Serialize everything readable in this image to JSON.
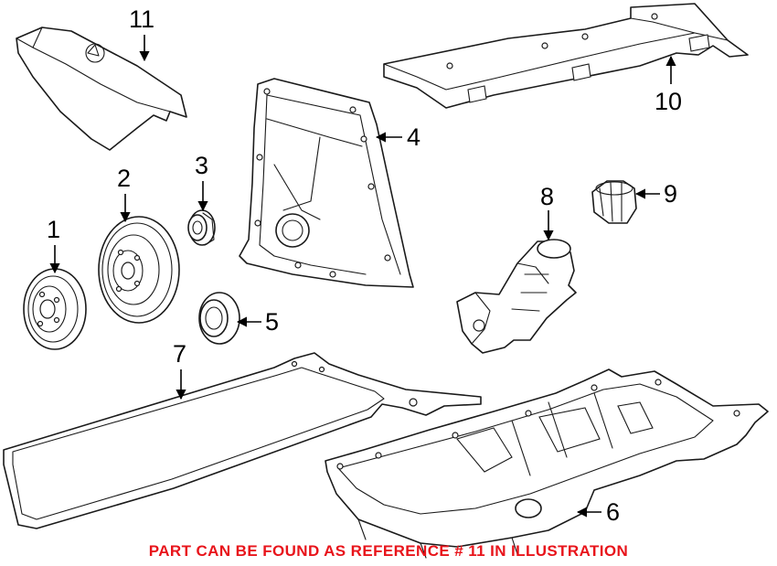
{
  "callouts": [
    {
      "label": "1"
    },
    {
      "label": "2"
    },
    {
      "label": "3"
    },
    {
      "label": "4"
    },
    {
      "label": "5"
    },
    {
      "label": "6"
    },
    {
      "label": "7"
    },
    {
      "label": "8"
    },
    {
      "label": "9"
    },
    {
      "label": "10"
    },
    {
      "label": "11"
    }
  ],
  "footer_note": "PART CAN BE FOUND AS REFERENCE # 11 IN ILLUSTRATION",
  "colors": {
    "note_text": "#e8141b",
    "line_art": "#1a1a1a",
    "background": "#ffffff"
  }
}
